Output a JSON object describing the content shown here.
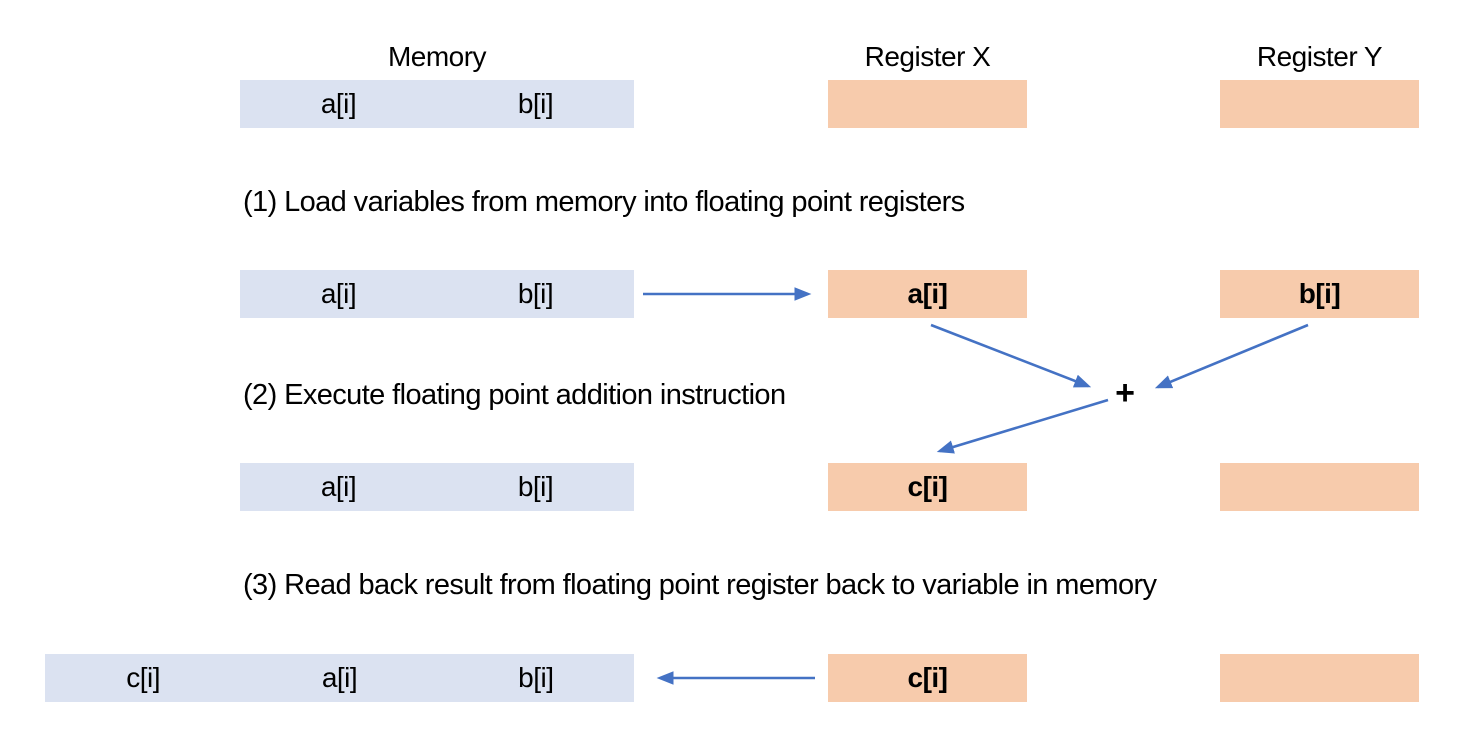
{
  "colors": {
    "memory_fill": "#dbe2f1",
    "register_fill": "#f7cbac",
    "arrow": "#4472c4",
    "text": "#000000"
  },
  "headers": {
    "memory": "Memory",
    "register_x": "Register X",
    "register_y": "Register Y"
  },
  "steps": [
    {
      "label": "(1) Load variables from memory into floating point registers"
    },
    {
      "label": "(2) Execute floating point addition instruction"
    },
    {
      "label": "(3) Read back result from floating point register back to variable in memory"
    }
  ],
  "operator": "+",
  "rows": [
    {
      "memory": [
        "a[i]",
        "b[i]"
      ],
      "register_x": "",
      "register_y": ""
    },
    {
      "memory": [
        "a[i]",
        "b[i]"
      ],
      "register_x": "a[i]",
      "register_y": "b[i]"
    },
    {
      "memory": [
        "a[i]",
        "b[i]"
      ],
      "register_x": "c[i]",
      "register_y": ""
    },
    {
      "memory": [
        "c[i]",
        "a[i]",
        "b[i]"
      ],
      "register_x": "c[i]",
      "register_y": ""
    }
  ]
}
